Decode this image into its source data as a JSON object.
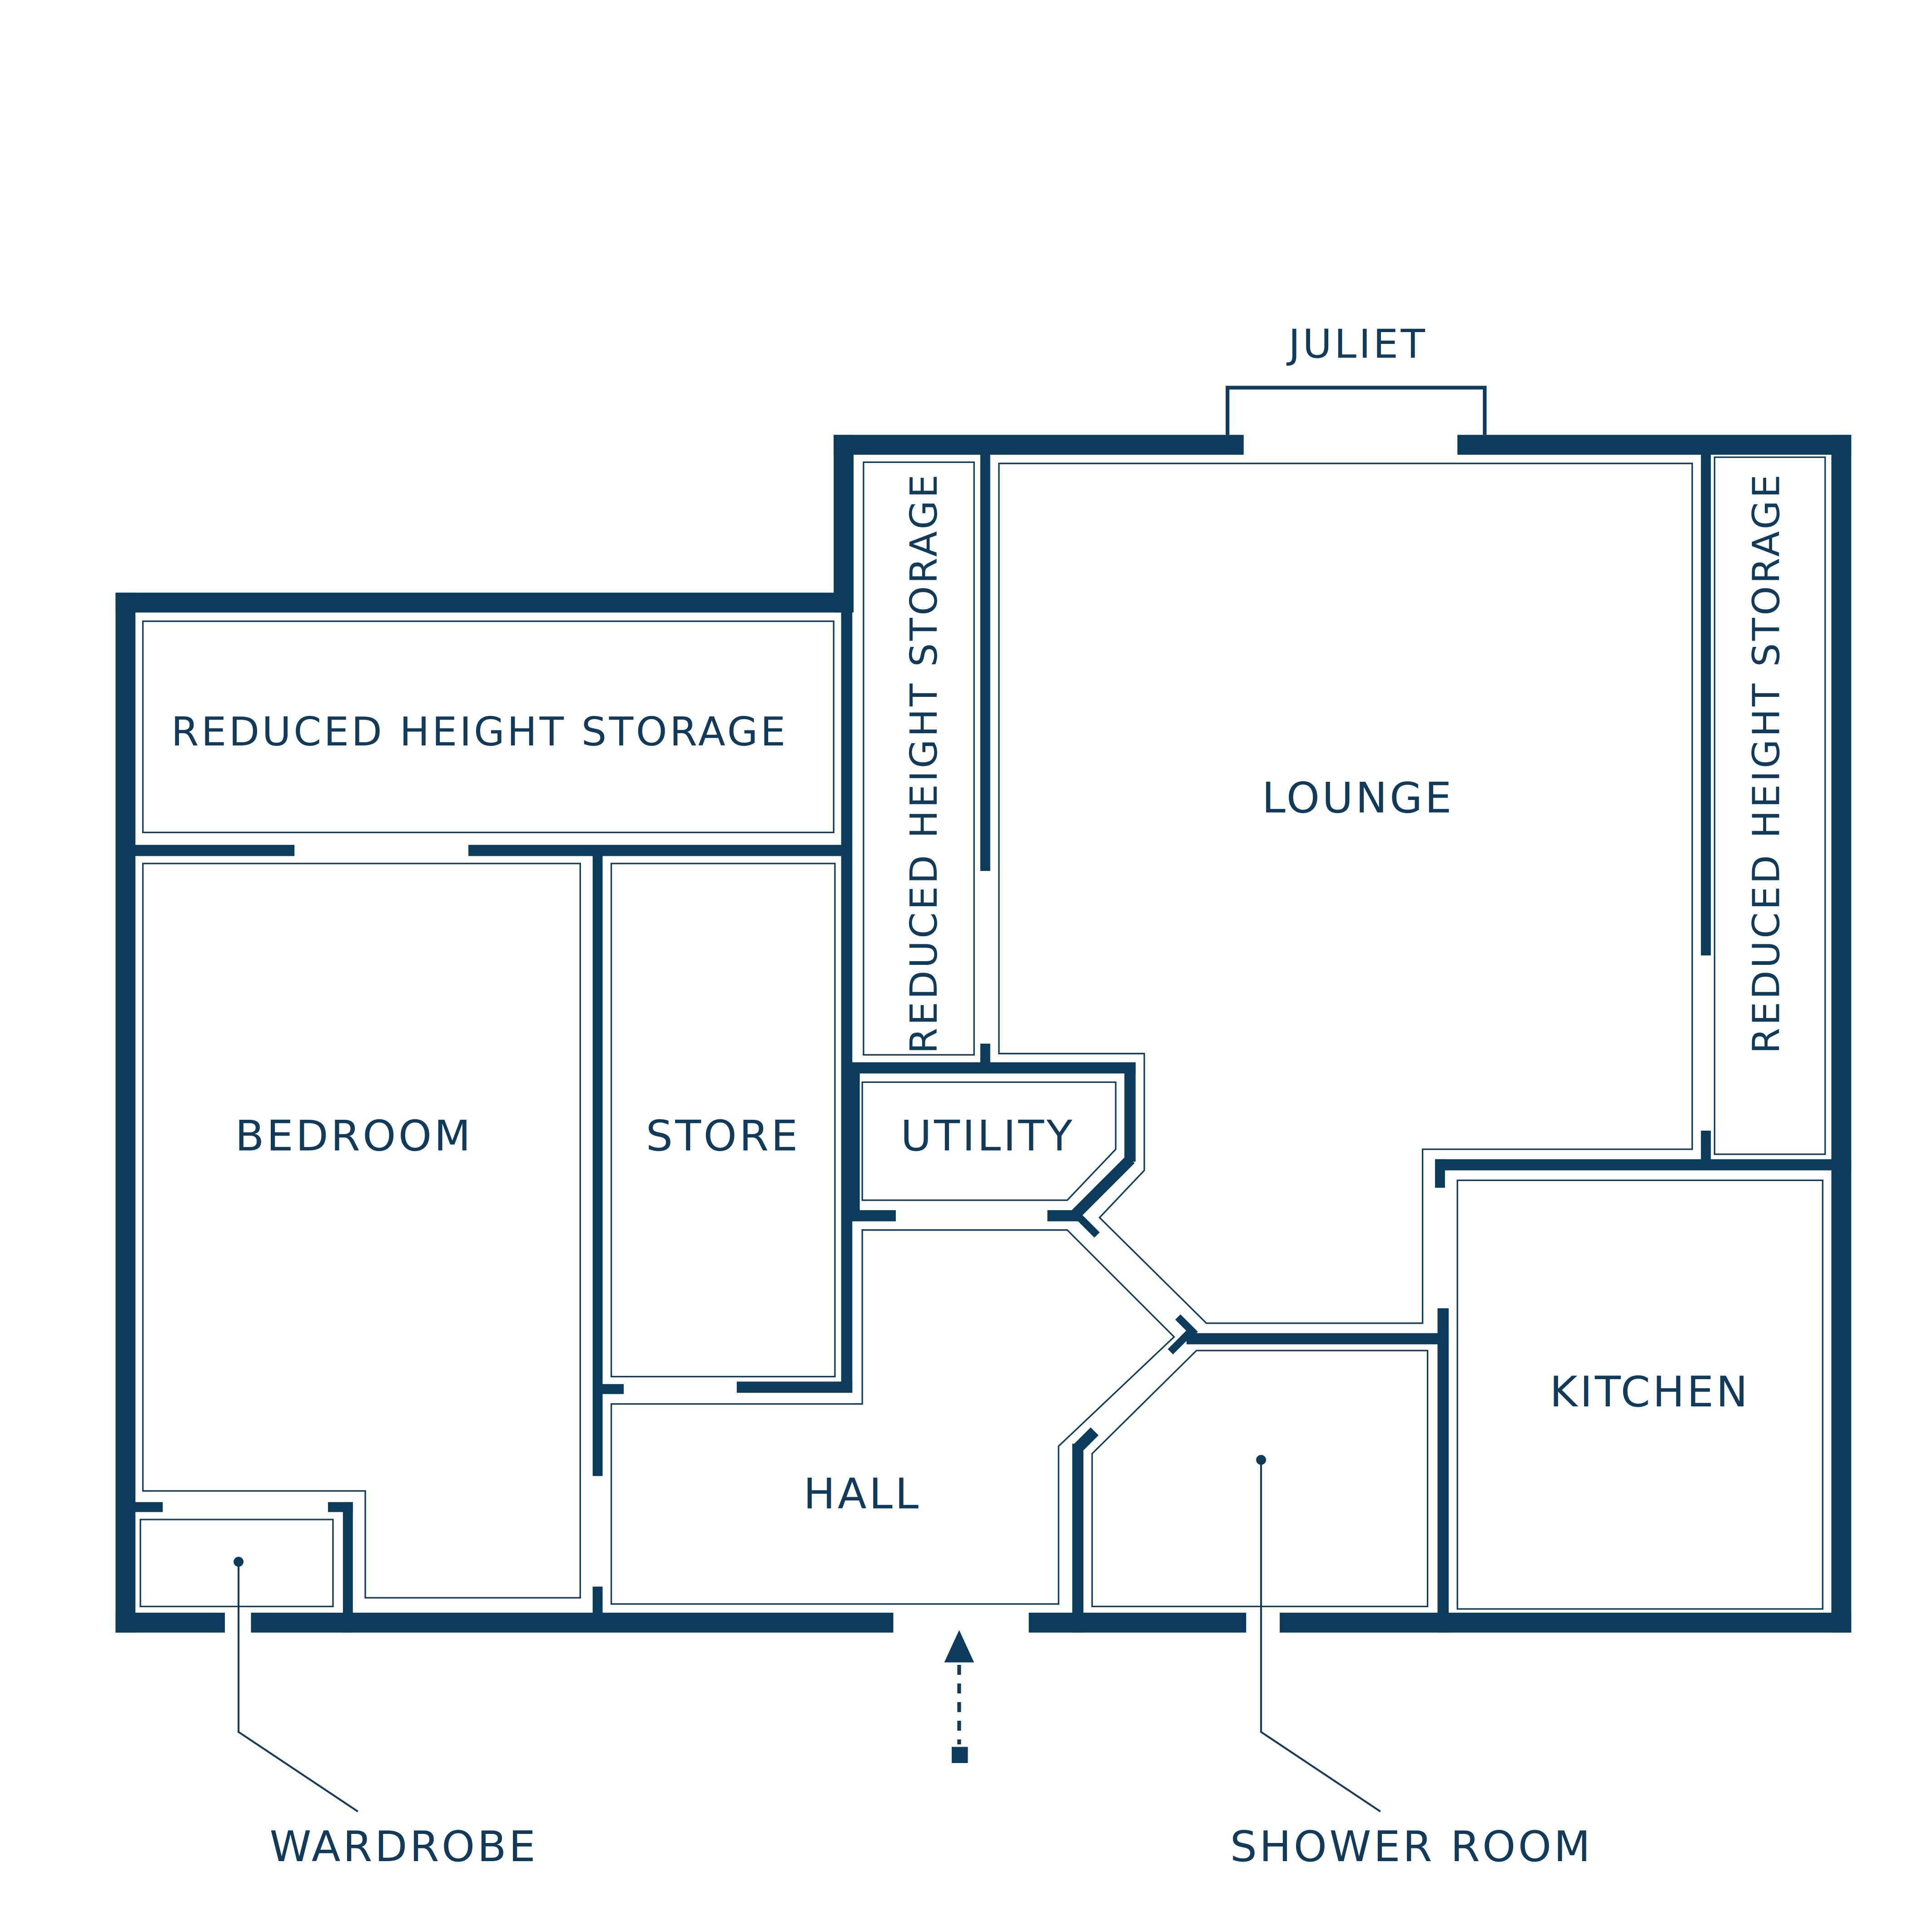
{
  "colors": {
    "wall": "#0c3b5c",
    "line": "#123a5a",
    "background": "#ffffff"
  },
  "labels": {
    "juliet": "JULIET",
    "storage_top": "REDUCED HEIGHT STORAGE",
    "storage_mid": "REDUCED HEIGHT STORAGE",
    "storage_right": "REDUCED HEIGHT STORAGE",
    "lounge": "LOUNGE",
    "bedroom": "BEDROOM",
    "store": "STORE",
    "utility": "UTILITY",
    "hall": "HALL",
    "kitchen": "KITCHEN",
    "wardrobe": "WARDROBE",
    "shower_room": "SHOWER ROOM"
  },
  "icons": {
    "entrance": "entrance-arrow-icon"
  }
}
